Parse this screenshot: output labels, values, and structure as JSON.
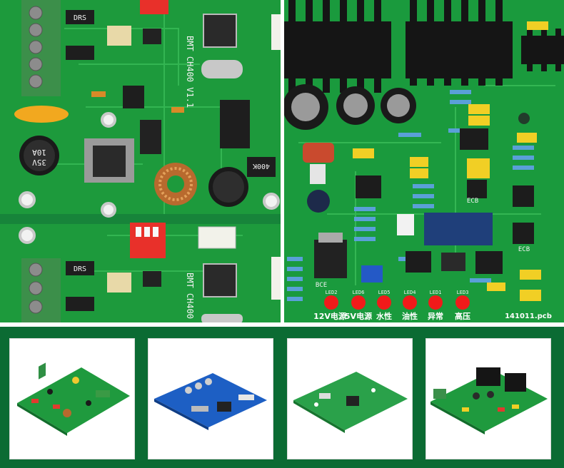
{
  "left_photo": {
    "silk_upper": "BMT CH400 V1.1",
    "silk_lower": "BMT CH400",
    "relay_labels": [
      "DRS",
      "DRS"
    ],
    "cap_text": [
      "35V",
      "10A"
    ],
    "resistor_text": "400K"
  },
  "right_photo": {
    "led_labels": [
      "12V电源",
      "5V电源",
      "水性",
      "油性",
      "异常",
      "高压"
    ],
    "led_ids": [
      "LED2",
      "LED6",
      "LED5",
      "LED4",
      "LED1",
      "LED3"
    ],
    "board_file": "141011.pcb",
    "transistor_labels": [
      "ECB",
      "ECB",
      "BCE"
    ]
  },
  "thumbnails": [
    {
      "kind": "green-small"
    },
    {
      "kind": "blue"
    },
    {
      "kind": "green-plain"
    },
    {
      "kind": "green-heatsink"
    }
  ],
  "colors": {
    "pcb_green": "#1f9a3e",
    "pcb_blue": "#1d5fc4",
    "frame_green": "#0b6b33"
  }
}
